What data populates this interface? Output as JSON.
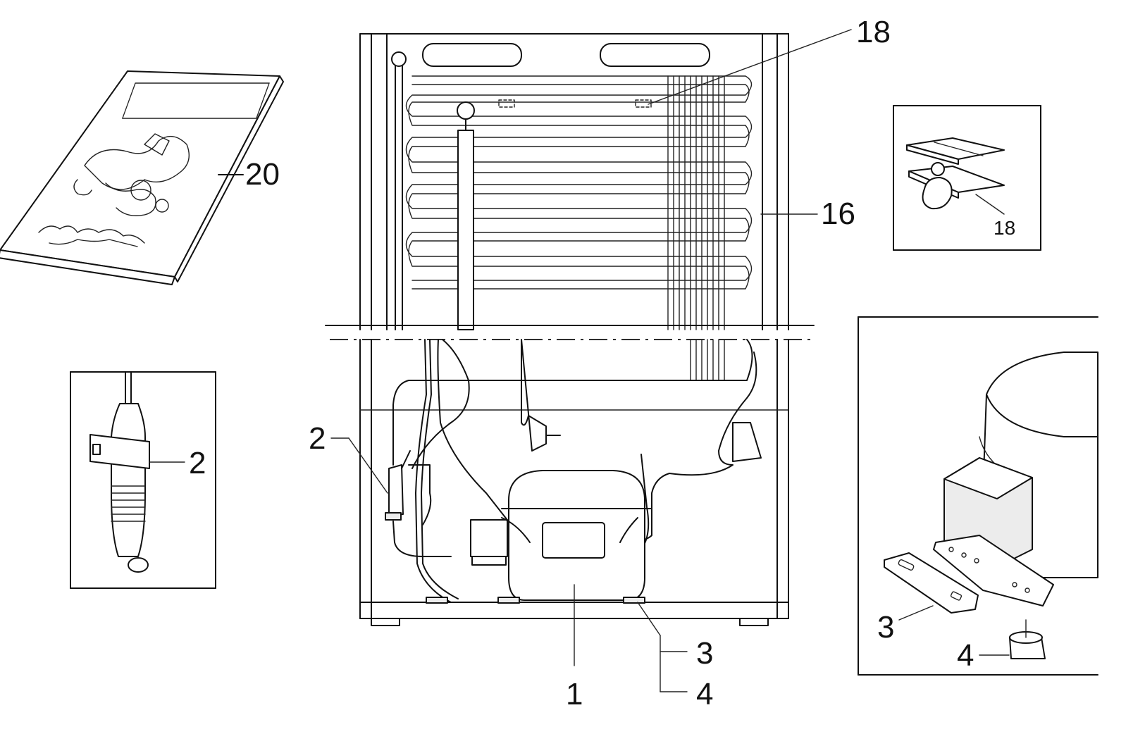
{
  "callouts": {
    "manual": "20",
    "clip_top": "18",
    "condenser": "16",
    "thermostat_main": "2",
    "thermostat_detail": "2",
    "compressor": "1",
    "bracket_main": "3",
    "grommet_main": "4",
    "clip_detail": "18",
    "bracket_detail": "3",
    "grommet_detail": "4"
  }
}
